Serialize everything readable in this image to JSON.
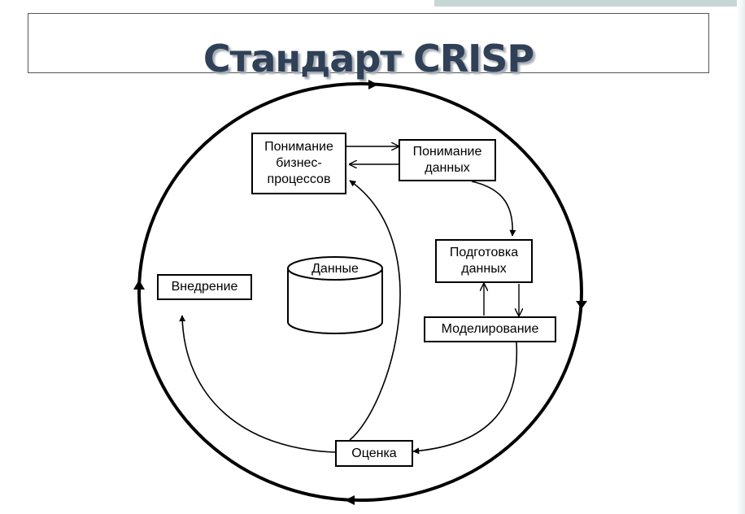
{
  "title": "Стандарт CRISP",
  "nodes": {
    "business_understanding": "Понимание\nбизнес-\nпроцессов",
    "data_understanding": "Понимание\nданных",
    "data_preparation": "Подготовка\nданных",
    "modeling": "Моделирование",
    "evaluation": "Оценка",
    "deployment": "Внедрение"
  },
  "data_store": "Данные",
  "colors": {
    "title_text": "#2f4057",
    "title_shadow": "#a6acb3",
    "lines": "#000000",
    "accent_bar": "#c5d6d3"
  }
}
